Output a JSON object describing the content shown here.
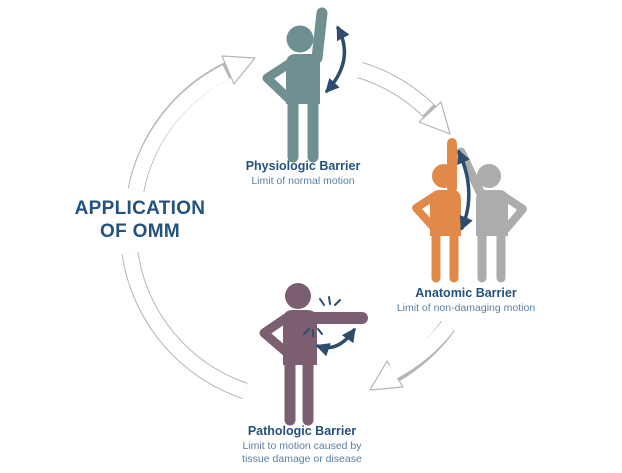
{
  "title": {
    "line1": "APPLICATION",
    "line2": "OF OMM"
  },
  "stages": [
    {
      "name": "Physiologic Barrier",
      "description_lines": [
        "Limit of normal motion"
      ]
    },
    {
      "name": "Anatomic Barrier",
      "description_lines": [
        "Limit of non-damaging motion"
      ]
    },
    {
      "name": "Pathologic Barrier",
      "description_lines": [
        "Limit to motion caused by",
        "tissue damage or disease"
      ]
    }
  ],
  "icons": {
    "physiologic_figure": "person-with-arm-raised-icon",
    "anatomic_figures": "two-overlapping-people-icon",
    "pathologic_figure": "person-with-arm-extended-icon",
    "cycle_arrows": "curved-outline-arrow-icon",
    "motion_arrows": "double-headed-curved-arrow-icon",
    "pain_marks": "pain-spark-icon"
  },
  "colors": {
    "navy": "#24527E",
    "subtitle": "#5B7FA5",
    "arrow_navy": "#2E4D6E",
    "teal": "#6F8F90",
    "orange": "#E08948",
    "gray": "#ABADAA",
    "purple": "#7B5F71",
    "outline": "#B8B4B8",
    "background": "#FFFFFF"
  }
}
